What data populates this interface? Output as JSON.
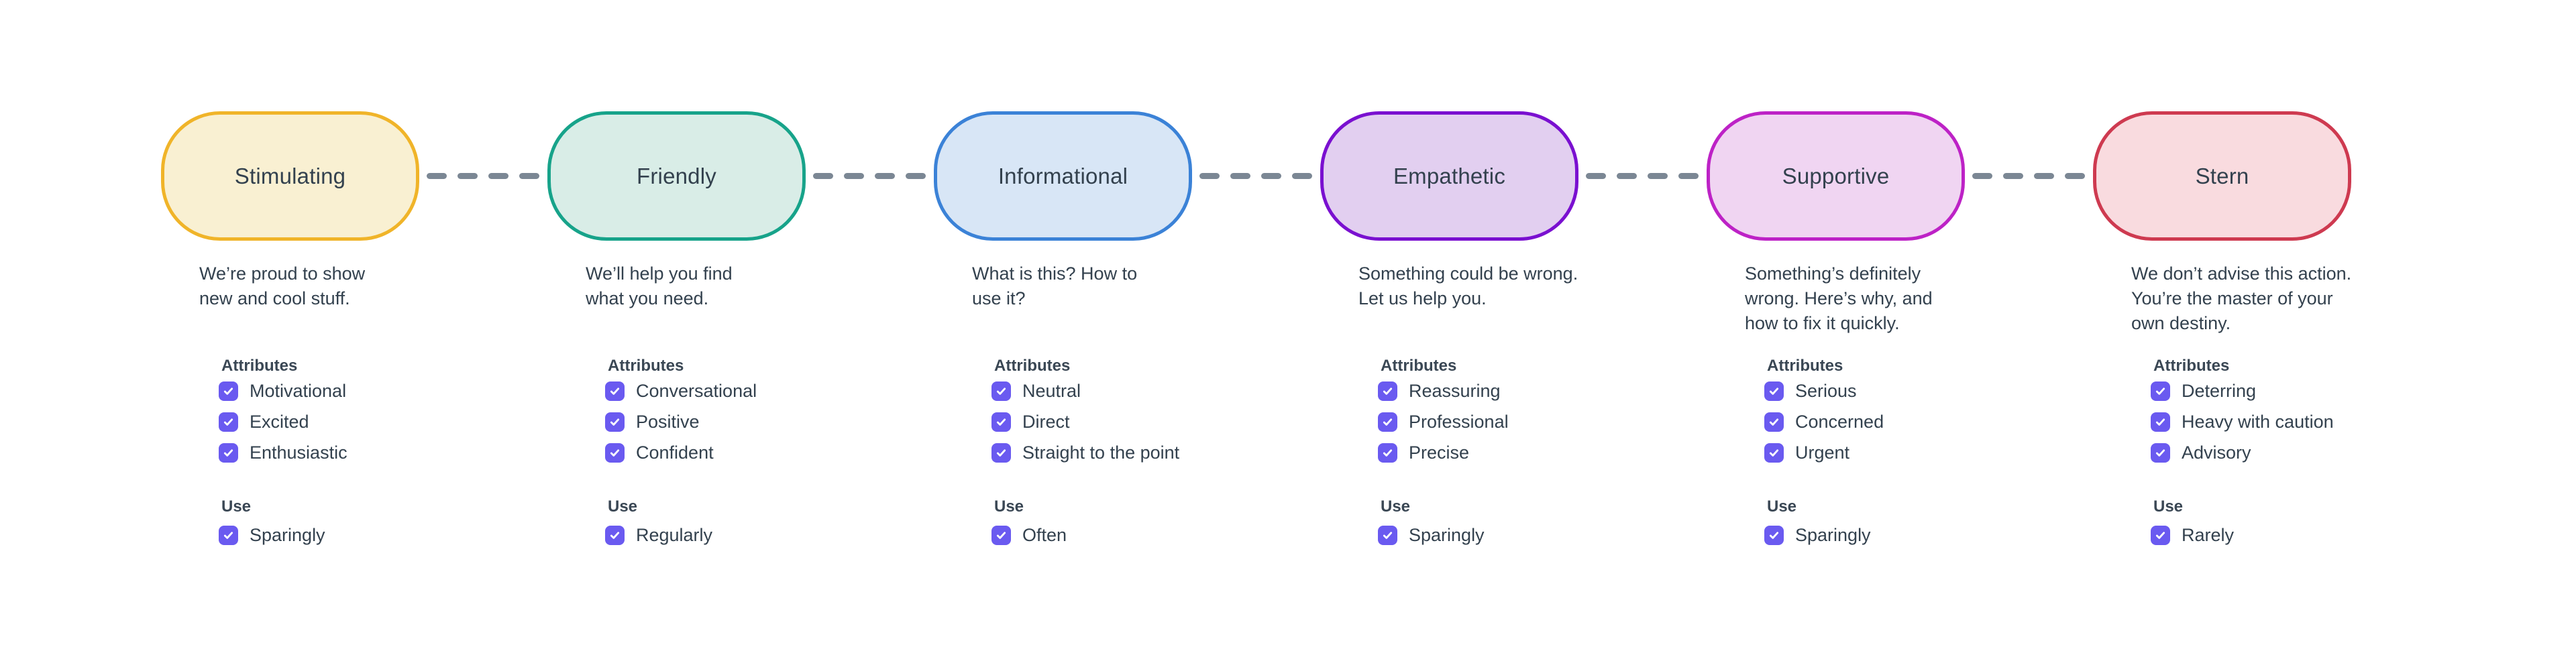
{
  "page": {
    "background": "#FFFFFF"
  },
  "colors": {
    "text": "#33414E",
    "heading": "#3A4754",
    "checkbox": "#6A5AF0",
    "checkmark": "#FFFFFF",
    "connector_dash": "#7B8794"
  },
  "headings": {
    "attributes": "Attributes",
    "use": "Use"
  },
  "checkbox_state": "checked",
  "tones": [
    {
      "title": "Stimulating",
      "description": "We’re proud to show\nnew and cool stuff.",
      "fill": "#F9F0D2",
      "border": "#F0B429",
      "attributes": [
        "Motivational",
        "Excited",
        "Enthusiastic"
      ],
      "use": "Sparingly"
    },
    {
      "title": "Friendly",
      "description": "We’ll help you find\nwhat you need.",
      "fill": "#D9EDE7",
      "border": "#17A38A",
      "attributes": [
        "Conversational",
        "Positive",
        "Confident"
      ],
      "use": "Regularly"
    },
    {
      "title": "Informational",
      "description": "What is this? How to\nuse it?",
      "fill": "#D8E6F6",
      "border": "#3B82D7",
      "attributes": [
        "Neutral",
        "Direct",
        "Straight to the point"
      ],
      "use": "Often"
    },
    {
      "title": "Empathetic",
      "description": "Something could be wrong.\nLet us help you.",
      "fill": "#E2CFF0",
      "border": "#7A10D0",
      "attributes": [
        "Reassuring",
        "Professional",
        "Precise"
      ],
      "use": "Sparingly"
    },
    {
      "title": "Supportive",
      "description": "Something’s definitely\nwrong. Here’s why, and\nhow to fix it quickly.",
      "fill": "#F0D5F2",
      "border": "#BD22C6",
      "attributes": [
        "Serious",
        "Concerned",
        "Urgent"
      ],
      "use": "Sparingly"
    },
    {
      "title": "Stern",
      "description": "We don’t advise this action.\nYou’re the master of your\nown destiny.",
      "fill": "#F9DBDF",
      "border": "#CE3A50",
      "attributes": [
        "Deterring",
        "Heavy with caution",
        "Advisory"
      ],
      "use": "Rarely"
    }
  ]
}
